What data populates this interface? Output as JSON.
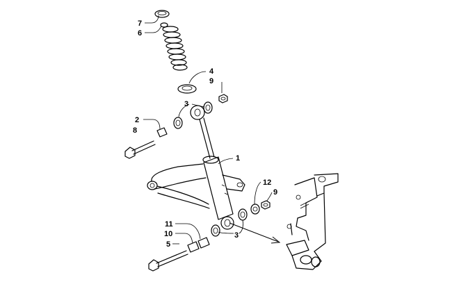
{
  "callouts": {
    "c1": "1",
    "c2": "2",
    "c3a": "3",
    "c3b": "3",
    "c4": "4",
    "c5": "5",
    "c6": "6",
    "c7": "7",
    "c8": "8",
    "c9a": "9",
    "c9b": "9",
    "c10": "10",
    "c11": "11",
    "c12": "12"
  }
}
